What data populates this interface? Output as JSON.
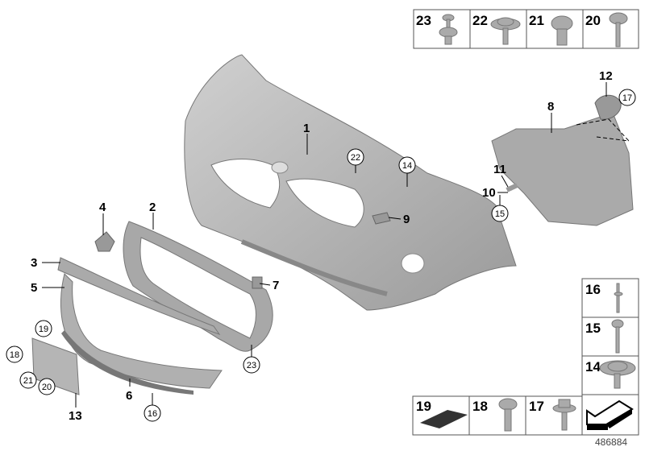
{
  "diagram_number": "486884",
  "callouts": {
    "c1": "1",
    "c2": "2",
    "c3": "3",
    "c4": "4",
    "c5": "5",
    "c6": "6",
    "c7": "7",
    "c8": "8",
    "c9": "9",
    "c10": "10",
    "c11": "11",
    "c12": "12",
    "c13": "13",
    "c14": "14",
    "c15": "15",
    "c16": "16",
    "c17": "17",
    "c18": "18",
    "c19": "19",
    "c20": "20",
    "c21": "21",
    "c22": "22",
    "c23": "23"
  },
  "legend_top": [
    "23",
    "22",
    "21",
    "20"
  ],
  "legend_right": [
    "16",
    "15",
    "14"
  ],
  "legend_bottom": [
    "19",
    "18",
    "17"
  ],
  "colors": {
    "part_fill": "#b4b4b4",
    "part_dark": "#8c8c8c",
    "line": "#000000",
    "border": "#555555"
  }
}
